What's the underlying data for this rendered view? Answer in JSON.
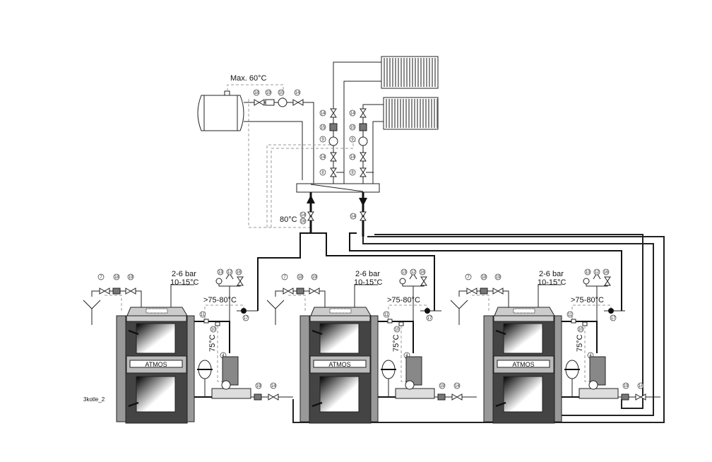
{
  "labels": {
    "tank_max_temp": "Max. 60°C",
    "supply_temp": "80°C",
    "diagram_id": "3kotle_2"
  },
  "tank_circuit_numbers": [
    "18",
    "19",
    "10",
    "14"
  ],
  "heating_circuit_numbers": [
    "14",
    "15",
    "9",
    "14",
    "8"
  ],
  "supply_valve_numbers": [
    "14",
    "16"
  ],
  "return_valve_number": "14",
  "boilers": [
    {
      "brand": "ATMOS",
      "pressure": "2-6 bar",
      "water_temp": "10-15°C",
      "temp_range": ">75-80°C",
      "return_temp": "75°C",
      "numbers": {
        "drain": [
          "7",
          "18",
          "19"
        ],
        "safety": [
          "13",
          "12",
          "16"
        ],
        "sensors": [
          "11",
          "10"
        ],
        "pump": "17",
        "valve": "4",
        "return": [
          "19",
          "14"
        ]
      }
    },
    {
      "brand": "ATMOS",
      "pressure": "2-6 bar",
      "water_temp": "10-15°C",
      "temp_range": ">75-80°C",
      "return_temp": "75°C",
      "numbers": {
        "drain": [
          "7",
          "18",
          "19"
        ],
        "safety": [
          "13",
          "12",
          "16"
        ],
        "sensors": [
          "11",
          "10"
        ],
        "pump": "17",
        "valve": "4",
        "return": [
          "19",
          "14"
        ]
      }
    },
    {
      "brand": "ATMOS",
      "pressure": "2-6 bar",
      "water_temp": "10-15°C",
      "temp_range": ">75-80°C",
      "return_temp": "75°C",
      "numbers": {
        "drain": [
          "7",
          "18",
          "19"
        ],
        "safety": [
          "13",
          "12",
          "16"
        ],
        "sensors": [
          "11",
          "10"
        ],
        "pump": "17",
        "valve": "4",
        "return": [
          "19",
          "14"
        ]
      }
    }
  ]
}
